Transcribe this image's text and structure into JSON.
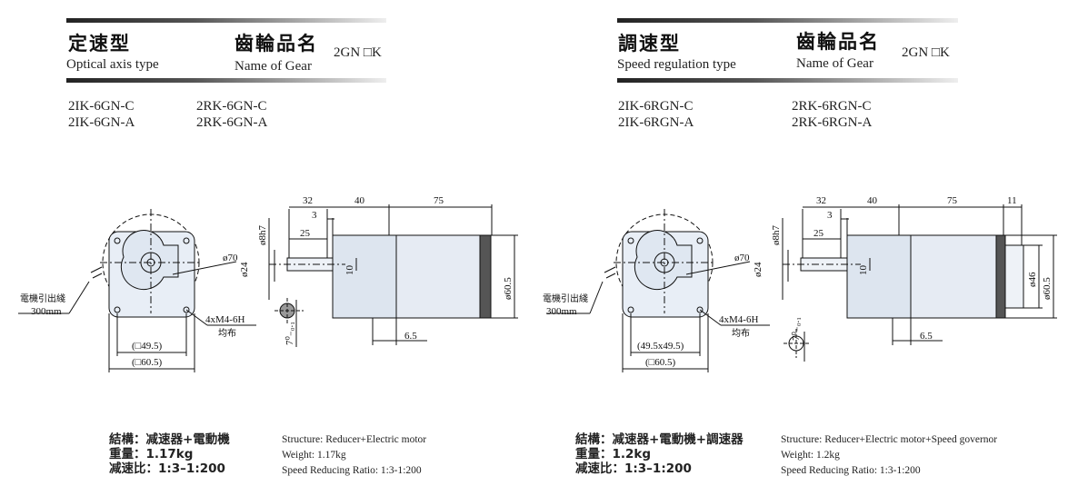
{
  "left": {
    "type_cn": "定速型",
    "type_en": "Optical axis type",
    "gear_cn": "齒輪品名",
    "gear_en": "Name of Gear",
    "gear_code": "2GN □K",
    "models_a": [
      "2IK-6GN-C",
      "2IK-6GN-A"
    ],
    "models_b": [
      "2RK-6GN-C",
      "2RK-6GN-A"
    ],
    "spec_cn": [
      "結構：减速器+電動機",
      "重量：1.17kg",
      "减速比：1:3–1:200"
    ],
    "spec_en": [
      "Structure: Reducer+Electric motor",
      "Weight: 1.17kg",
      "Speed Reducing Ratio: 1:3-1:200"
    ],
    "drawing": {
      "lead_label": "電機引出綫",
      "lead_len": "300mm",
      "circle_dia": "ø70",
      "holes": "4xM4-6H",
      "holes_note": "均布",
      "inner_sq": "(□49.5)",
      "outer_sq": "(□60.5)",
      "d32": "32",
      "d3": "3",
      "d25": "25",
      "d40": "40",
      "d75": "75",
      "shaft": "ø8h7",
      "pilot": "ø24",
      "key": "10",
      "body": "ø60.5",
      "d65": "6.5",
      "tol": "7⁰₋₀.₁"
    }
  },
  "right": {
    "type_cn": "調速型",
    "type_en": "Speed regulation type",
    "gear_cn": "齒輪品名",
    "gear_en": "Name of Gear",
    "gear_code": "2GN □K",
    "models_a": [
      "2IK-6RGN-C",
      "2IK-6RGN-A"
    ],
    "models_b": [
      "2RK-6RGN-C",
      "2RK-6RGN-A"
    ],
    "spec_cn": [
      "結構：减速器+電動機+調速器",
      "重量：1.2kg",
      "减速比：1:3–1:200"
    ],
    "spec_en": [
      "Structure: Reducer+Electric motor+Speed governor",
      "Weight: 1.2kg",
      "Speed Reducing Ratio: 1:3-1:200"
    ],
    "drawing": {
      "lead_label": "電機引出綫",
      "lead_len": "300mm",
      "circle_dia": "ø70",
      "holes": "4xM4-6H",
      "holes_note": "均布",
      "inner_sq": "(49.5x49.5)",
      "outer_sq": "(□60.5)",
      "d32": "32",
      "d3": "3",
      "d25": "25",
      "d40": "40",
      "d75": "75",
      "d11": "11",
      "shaft": "ø8h7",
      "pilot": "ø24",
      "key": "10",
      "body": "ø60.5",
      "d46": "ø46",
      "d65": "6.5",
      "tol": "7⁰₋₀.₁"
    }
  }
}
